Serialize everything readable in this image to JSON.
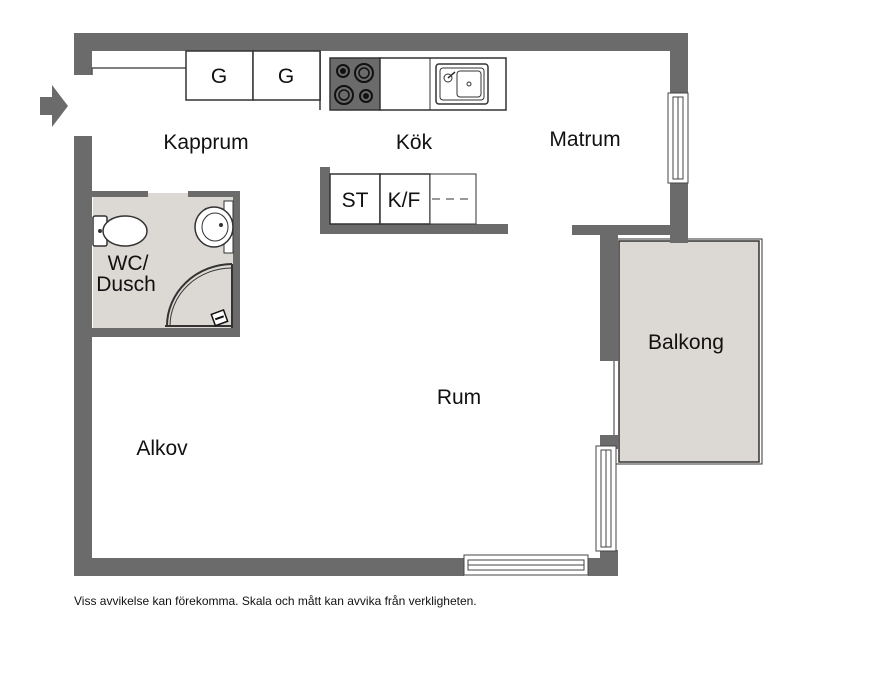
{
  "rooms": {
    "kapprum": "Kapprum",
    "kok": "Kök",
    "matrum": "Matrum",
    "wc_line1": "WC/",
    "wc_line2": "Dusch",
    "rum": "Rum",
    "alkov": "Alkov",
    "balkong": "Balkong"
  },
  "fixtures": {
    "wardrobe_1": "G",
    "wardrobe_2": "G",
    "stove_cabinet": "ST",
    "fridge_freezer": "K/F"
  },
  "colors": {
    "wall": "#6b6b6b",
    "wet_room": "#dcd8d3",
    "balcony": "#dcd8d3",
    "outline": "#333333"
  },
  "icons": {
    "entrance": "entrance-arrow-icon",
    "stove": "stove-icon",
    "sink": "sink-icon",
    "toilet": "toilet-icon",
    "washbasin": "washbasin-icon",
    "shower": "shower-icon"
  },
  "footer": {
    "disclaimer": "Viss avvikelse kan förekomma. Skala och mått kan avvika från verkligheten."
  }
}
